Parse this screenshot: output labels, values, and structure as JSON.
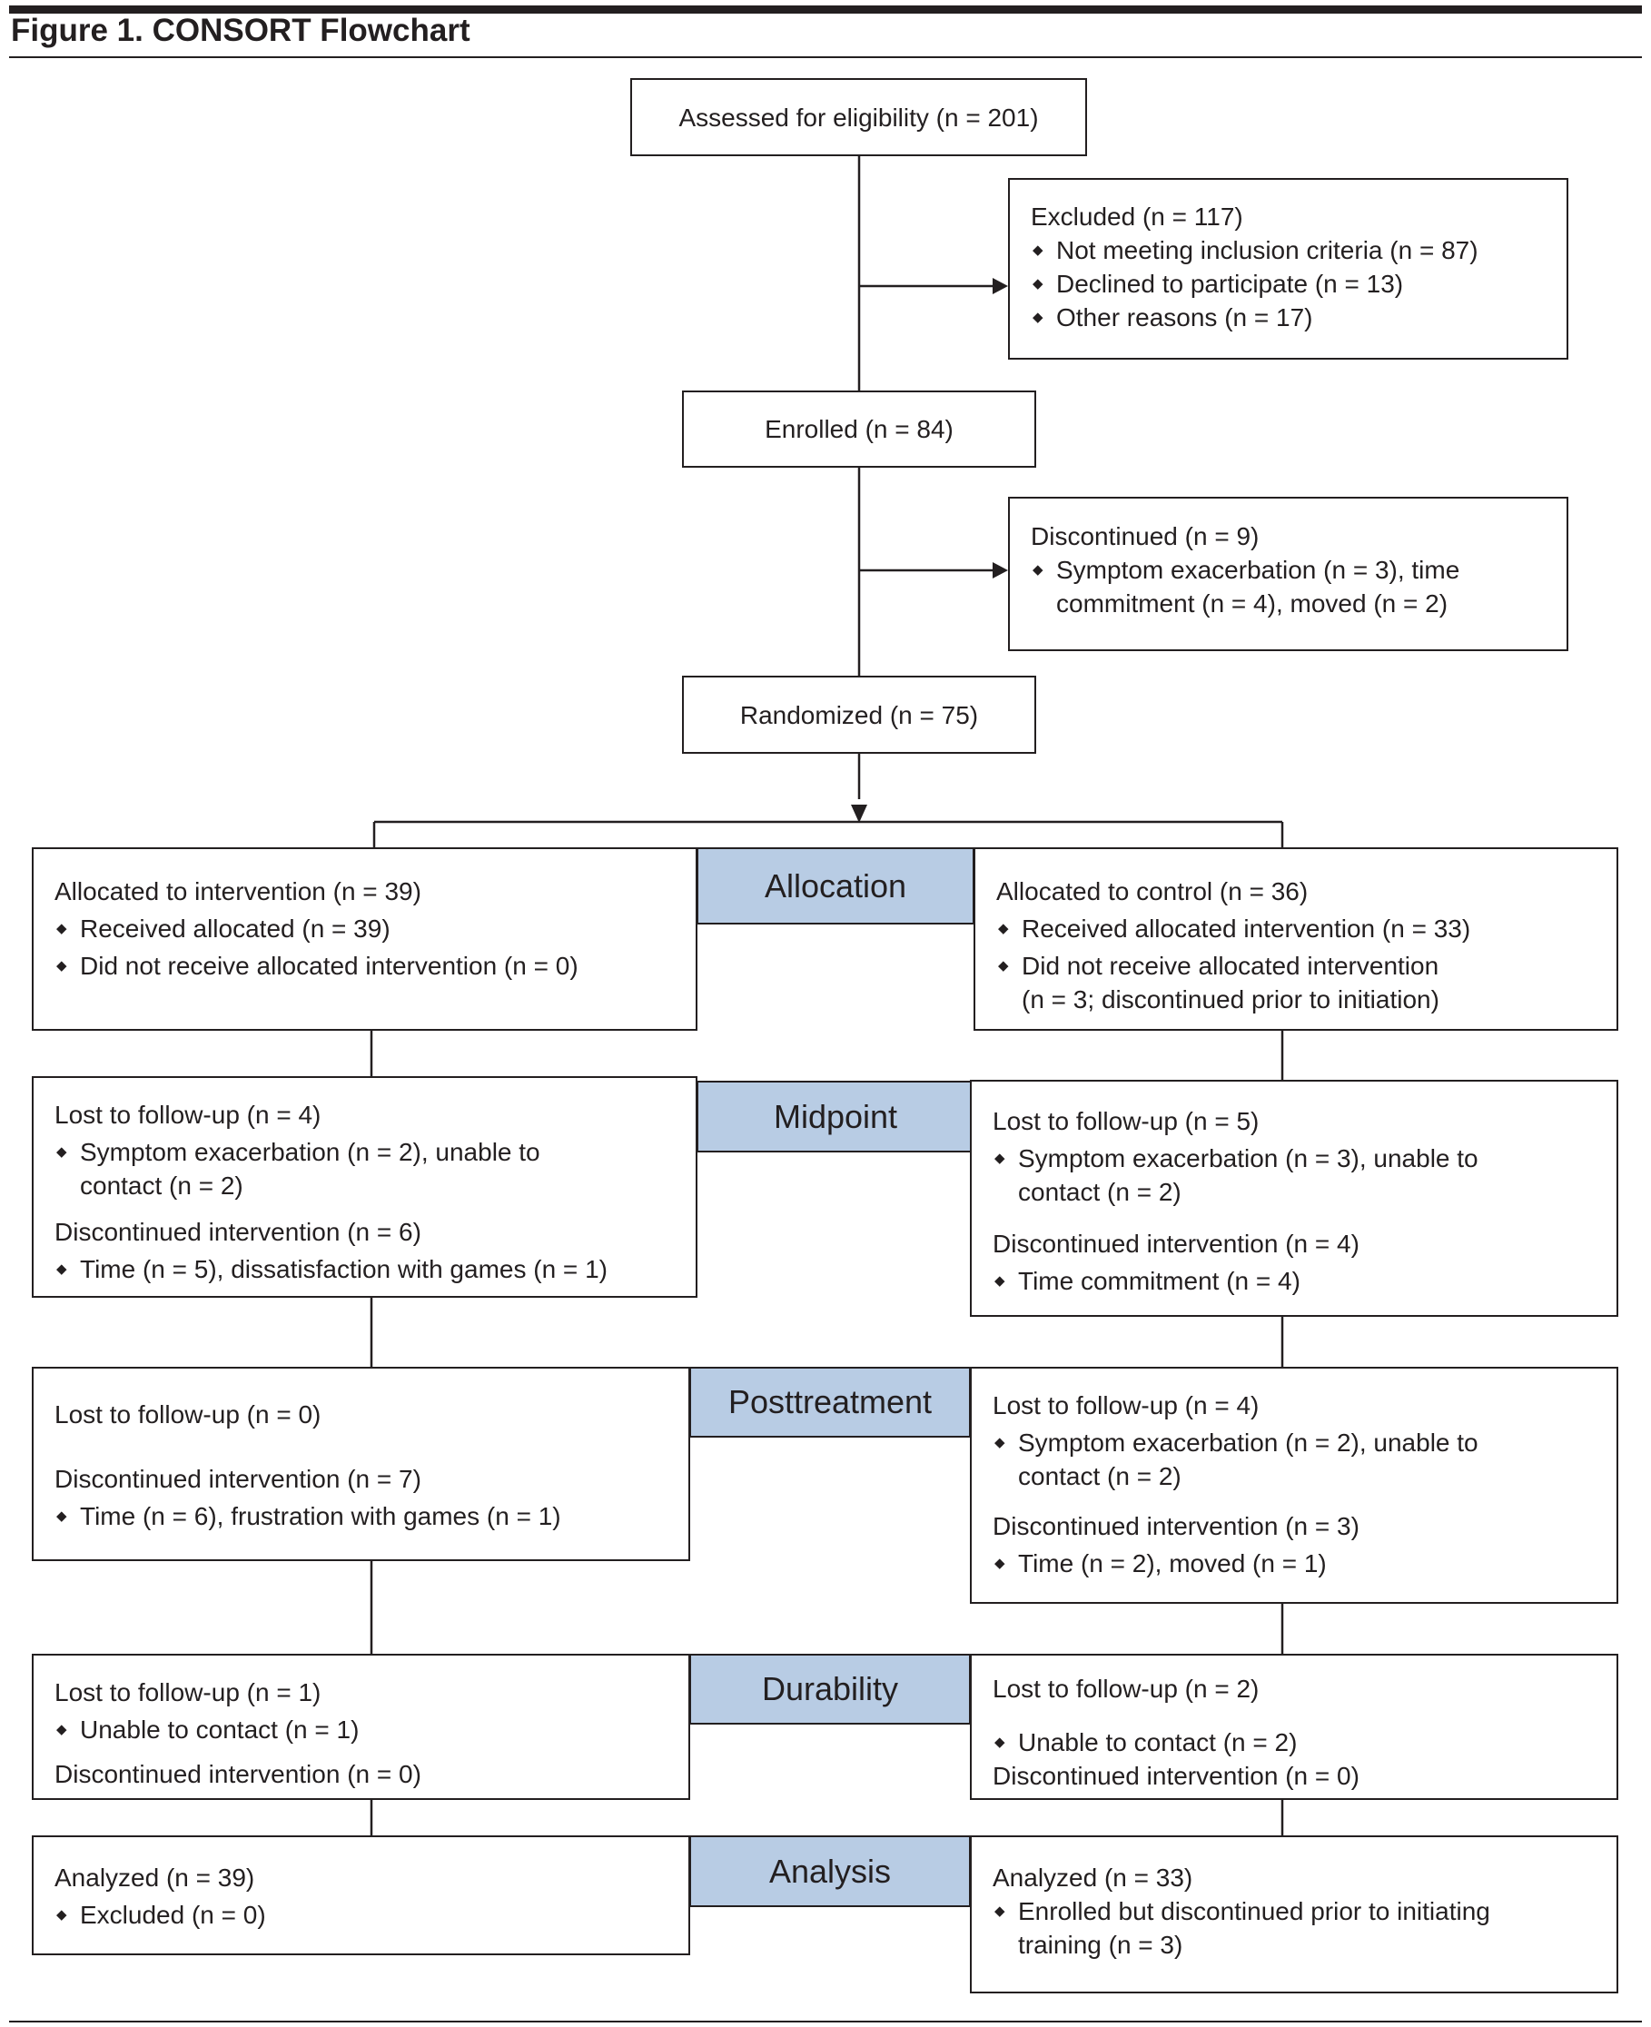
{
  "figure_title": "Figure 1. CONSORT Flowchart",
  "assessed": "Assessed for eligibility (n = 201)",
  "excluded": {
    "title": "Excluded (n = 117)",
    "items": [
      "Not meeting inclusion criteria (n = 87)",
      "Declined to participate (n = 13)",
      "Other reasons (n = 17)"
    ]
  },
  "enrolled": "Enrolled (n = 84)",
  "discontinued_pre": {
    "title": "Discontinued (n = 9)",
    "item_line1": "Symptom exacerbation (n = 3), time",
    "item_line2": "commitment (n = 4), moved (n = 2)"
  },
  "randomized": "Randomized (n = 75)",
  "stages": {
    "allocation": "Allocation",
    "midpoint": "Midpoint",
    "posttreatment": "Posttreatment",
    "durability": "Durability",
    "analysis": "Analysis"
  },
  "intervention": {
    "allocation": {
      "title": "Allocated to intervention (n = 39)",
      "item1": "Received allocated (n = 39)",
      "item2": "Did not receive allocated intervention (n = 0)"
    },
    "midpoint": {
      "lost": "Lost to follow-up (n = 4)",
      "lost_line1": "Symptom exacerbation (n = 2), unable to",
      "lost_line2": "contact (n = 2)",
      "discontinued": "Discontinued intervention (n = 6)",
      "disc_item": "Time (n = 5), dissatisfaction with games (n = 1)"
    },
    "posttreatment": {
      "lost": "Lost to follow-up (n = 0)",
      "discontinued": "Discontinued intervention (n = 7)",
      "disc_item": "Time (n = 6), frustration with games (n = 1)"
    },
    "durability": {
      "lost": "Lost to follow-up (n = 1)",
      "lost_item": "Unable to contact (n = 1)",
      "discontinued": "Discontinued intervention (n = 0)"
    },
    "analysis": {
      "title": "Analyzed (n = 39)",
      "item": "Excluded (n = 0)"
    }
  },
  "control": {
    "allocation": {
      "title": "Allocated to control (n = 36)",
      "item1": "Received allocated intervention (n = 33)",
      "item2_line1": "Did not receive allocated intervention",
      "item2_line2": "(n = 3; discontinued prior to initiation)"
    },
    "midpoint": {
      "lost": "Lost to follow-up (n = 5)",
      "lost_line1": "Symptom exacerbation (n = 3), unable to",
      "lost_line2": "contact (n = 2)",
      "discontinued": "Discontinued intervention (n = 4)",
      "disc_item": "Time commitment (n = 4)"
    },
    "posttreatment": {
      "lost": "Lost to follow-up (n = 4)",
      "lost_line1": "Symptom exacerbation (n = 2), unable to",
      "lost_line2": "contact (n = 2)",
      "discontinued": "Discontinued intervention (n = 3)",
      "disc_item": "Time (n = 2), moved (n = 1)"
    },
    "durability": {
      "lost": "Lost to follow-up (n = 2)",
      "lost_item": "Unable to contact (n = 2)",
      "discontinued": "Discontinued intervention (n = 0)"
    },
    "analysis": {
      "title": "Analyzed (n = 33)",
      "item_line1": "Enrolled but discontinued prior to initiating",
      "item_line2": "training (n = 3)"
    }
  },
  "colors": {
    "stage_fill": "#b8cce4",
    "ink": "#231f20"
  }
}
